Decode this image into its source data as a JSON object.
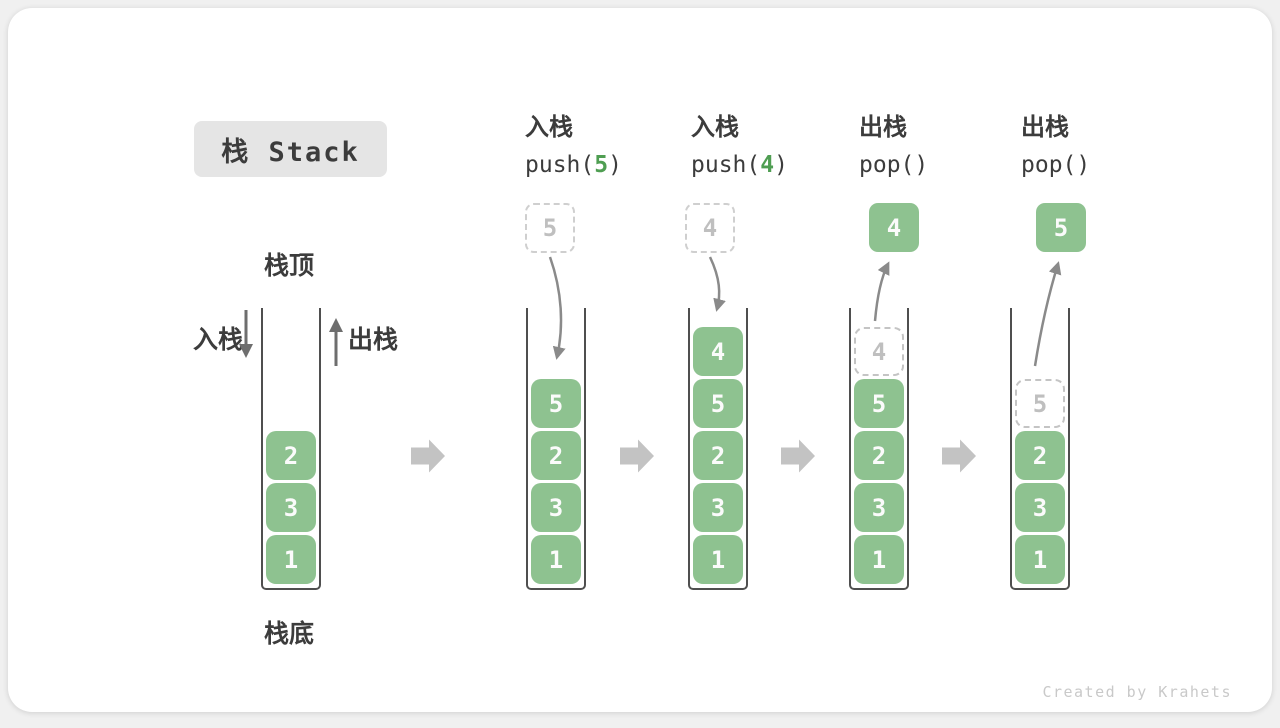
{
  "title": "栈 Stack",
  "labels": {
    "stack_top": "栈顶",
    "stack_bottom": "栈底",
    "push_side": "入栈",
    "pop_side": "出栈"
  },
  "operations": [
    {
      "label": "入栈",
      "code_pre": "push(",
      "code_arg": "5",
      "code_post": ")",
      "floating": {
        "value": "5",
        "style": "ghost"
      }
    },
    {
      "label": "入栈",
      "code_pre": "push(",
      "code_arg": "4",
      "code_post": ")",
      "floating": {
        "value": "4",
        "style": "ghost"
      }
    },
    {
      "label": "出栈",
      "code_pre": "pop()",
      "code_arg": "",
      "code_post": "",
      "floating": {
        "value": "4",
        "style": "solid"
      }
    },
    {
      "label": "出栈",
      "code_pre": "pop()",
      "code_arg": "",
      "code_post": "",
      "floating": {
        "value": "5",
        "style": "solid"
      }
    }
  ],
  "stacks": [
    {
      "items": [
        {
          "value": "2"
        },
        {
          "value": "3"
        },
        {
          "value": "1"
        }
      ]
    },
    {
      "items": [
        {
          "value": "5"
        },
        {
          "value": "2"
        },
        {
          "value": "3"
        },
        {
          "value": "1"
        }
      ]
    },
    {
      "items": [
        {
          "value": "4"
        },
        {
          "value": "5"
        },
        {
          "value": "2"
        },
        {
          "value": "3"
        },
        {
          "value": "1"
        }
      ]
    },
    {
      "items": [
        {
          "value": "4",
          "ghost": true
        },
        {
          "value": "5"
        },
        {
          "value": "2"
        },
        {
          "value": "3"
        },
        {
          "value": "1"
        }
      ]
    },
    {
      "items": [
        {
          "value": "5",
          "ghost": true
        },
        {
          "value": "2"
        },
        {
          "value": "3"
        },
        {
          "value": "1"
        }
      ]
    }
  ],
  "watermark": "Created by Krahets",
  "colors": {
    "item_green": "#8ec290",
    "accent_green": "#4f9e52",
    "block_arrow": "#c3c3c3",
    "curve_gray": "#8a8a8a",
    "dark_arrow": "#6e6e6e",
    "wall": "#4f4f4f",
    "ghost_border": "#cfcfcf",
    "ghost_text": "#bfbfbf",
    "text_dark": "#3c3c3c",
    "title_bg": "#e5e5e5",
    "watermark": "#c9c9c9"
  }
}
